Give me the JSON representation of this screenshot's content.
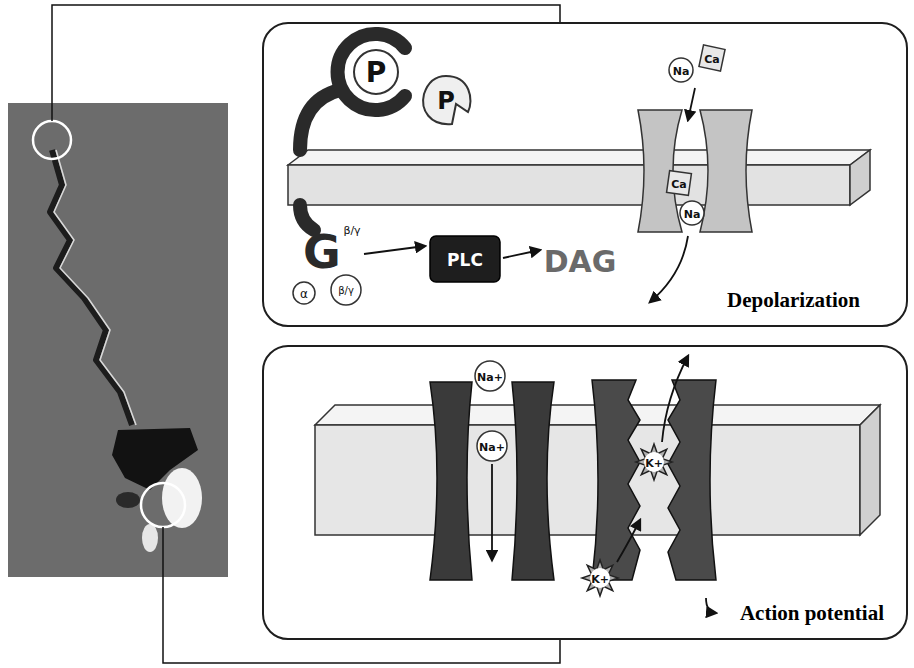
{
  "diagram": {
    "nodes": [
      {
        "text": [
          "Depolarization"
        ]
      },
      {
        "text": [
          "Action potential"
        ]
      }
    ],
    "labels": [
      "P",
      "P",
      "G",
      "β/γ",
      "α",
      "β/γ",
      "PLC",
      "DAG",
      "Na",
      "Ca",
      "Ca",
      "Na",
      "Na+",
      "Na+",
      "K+",
      "K+"
    ]
  }
}
